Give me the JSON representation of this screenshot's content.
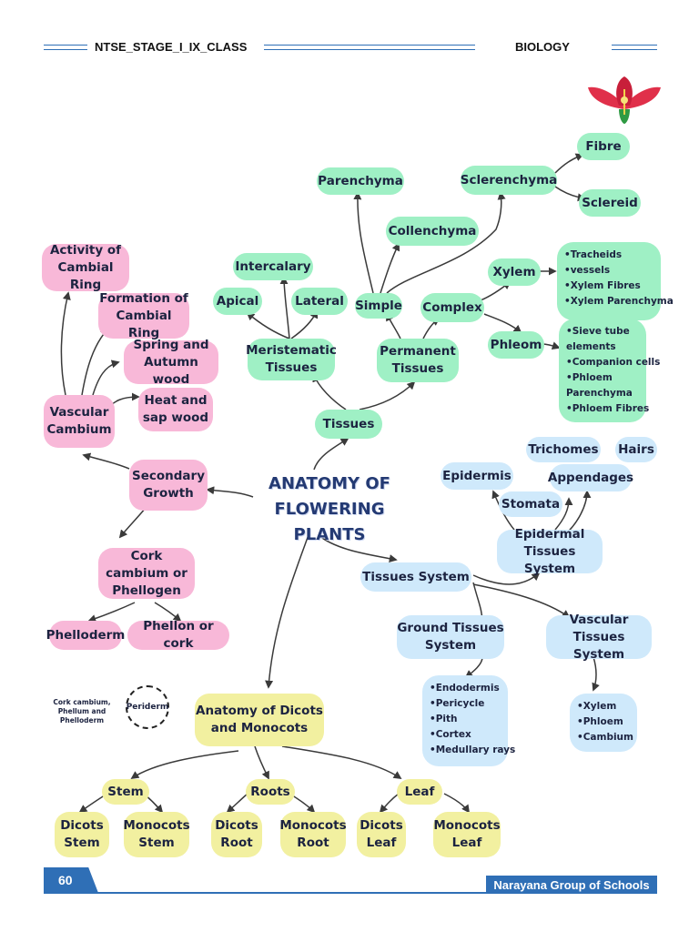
{
  "header": {
    "class_label": "NTSE_STAGE_I_IX_CLASS",
    "subject": "BIOLOGY"
  },
  "colors": {
    "green": "#9ff0c5",
    "pink": "#f8b8d8",
    "blue": "#cfe9fb",
    "yellow": "#f2f0a0",
    "accent": "#2f6fb6"
  },
  "title": {
    "line1": "ANATOMY OF",
    "line2": "FLOWERING PLANTS"
  },
  "tissues": {
    "root": "Tissues",
    "meristematic": "Meristematic Tissues",
    "apical": "Apical",
    "intercalary": "Intercalary",
    "lateral": "Lateral",
    "permanent": "Permanent Tissues",
    "simple": "Simple",
    "parenchyma": "Parenchyma",
    "collenchyma": "Collenchyma",
    "sclerenchyma": "Sclerenchyma",
    "fibre": "Fibre",
    "sclereid": "Sclereid",
    "complex": "Complex",
    "xylem": "Xylem",
    "xylem_items": [
      "•Tracheids",
      "•vessels",
      "•Xylem Fibres",
      "•Xylem Parenchyma"
    ],
    "phloem": "Phleom",
    "phloem_items": [
      "•Sieve tube",
      "elements",
      "•Companion cells",
      "•Phloem",
      "Parenchyma",
      "•Phloem Fibres"
    ]
  },
  "secondary": {
    "root": "Secondary Growth",
    "vascular_cambium": "Vascular Cambium",
    "activity": "Activity of Cambial Ring",
    "formation": "Formation of Cambial Ring",
    "spring": "Spring and Autumn wood",
    "heat": "Heat and sap wood",
    "cork_cambium": "Cork cambium or Phellogen",
    "phelloderm": "Phelloderm",
    "phellon": "Phellon or cork",
    "note": "Cork cambium, Phellum and Phelloderm",
    "periderm": "Periderm"
  },
  "system": {
    "root": "Tissues System",
    "epidermal": "Epidermal Tissues System",
    "epidermis": "Epidermis",
    "stomata": "Stomata",
    "appendages": "Appendages",
    "trichomes": "Trichomes",
    "hairs": "Hairs",
    "ground": "Ground Tissues System",
    "ground_items": [
      "•Endodermis",
      "•Pericycle",
      "•Pith",
      "•Cortex",
      "•Medullary rays"
    ],
    "vascular": "Vascular Tissues System",
    "vascular_items": [
      "•Xylem",
      "•Phloem",
      "•Cambium"
    ]
  },
  "anatomy": {
    "root": "Anatomy of Dicots and Monocots",
    "stem": "Stem",
    "roots": "Roots",
    "leaf": "Leaf",
    "dicots_stem": "Dicots Stem",
    "monocots_stem": "Monocots Stem",
    "dicots_root": "Dicots Root",
    "monocots_root": "Monocots Root",
    "dicots_leaf": "Dicots Leaf",
    "monocots_leaf": "Monocots Leaf"
  },
  "footer": {
    "page_number": "60",
    "brand": "Narayana Group of Schools"
  }
}
